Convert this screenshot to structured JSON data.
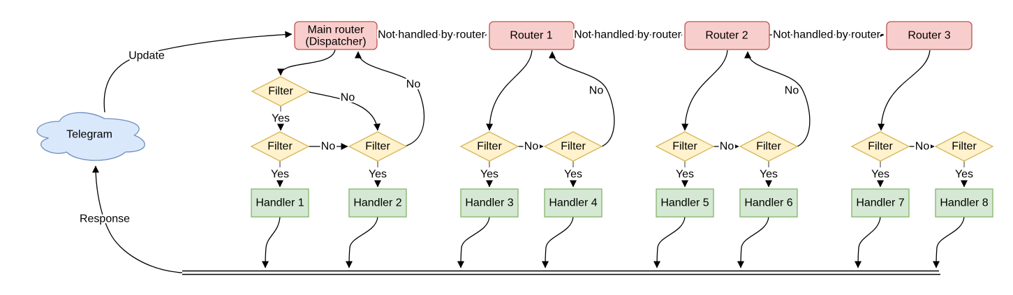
{
  "diagram": {
    "cloud": {
      "label": "Telegram"
    },
    "edge_labels": {
      "update": "Update",
      "response": "Response",
      "not_handled": "Not handled by router",
      "yes": "Yes",
      "no": "No"
    },
    "routers": [
      {
        "label": "Main router",
        "sublabel": "(Dispatcher)"
      },
      {
        "label": "Router 1"
      },
      {
        "label": "Router 2"
      },
      {
        "label": "Router 3"
      }
    ],
    "filter_label": "Filter",
    "handlers": [
      {
        "label": "Handler 1"
      },
      {
        "label": "Handler 2"
      },
      {
        "label": "Handler 3"
      },
      {
        "label": "Handler 4"
      },
      {
        "label": "Handler 5"
      },
      {
        "label": "Handler 6"
      },
      {
        "label": "Handler 7"
      },
      {
        "label": "Handler 8"
      }
    ]
  },
  "colors": {
    "bg": "#ffffff",
    "router-fill": "#f8cecc",
    "router-stroke": "#b85450",
    "filter-fill": "#fff2cc",
    "filter-stroke": "#d6b656",
    "handler-fill": "#d5e8d4",
    "handler-stroke": "#82b366",
    "cloud-fill": "#dae8fc",
    "cloud-stroke": "#6c8ebf",
    "edge-stroke": "#000000",
    "tick-stroke": "#7a7a7a",
    "text": "#000000"
  }
}
